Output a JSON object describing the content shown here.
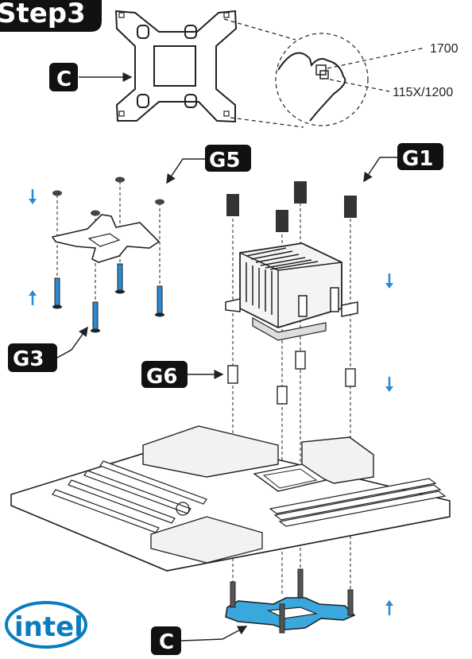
{
  "step_title": "Step3",
  "labels": {
    "c_top": "C",
    "c_bottom": "C",
    "g5": "G5",
    "g1": "G1",
    "g3": "G3",
    "g6": "G6"
  },
  "callouts": {
    "socket_1700": "1700",
    "socket_115x": "115X/1200"
  },
  "brand": {
    "logo_text": "intel",
    "color": "#0a7cc1"
  },
  "colors": {
    "tag_bg": "#111111",
    "arrow_blue": "#2a8ad4",
    "backplate_blue": "#3aa7dd"
  },
  "icons": [
    "arrow-down-icon",
    "arrow-up-icon",
    "intel-logo"
  ]
}
